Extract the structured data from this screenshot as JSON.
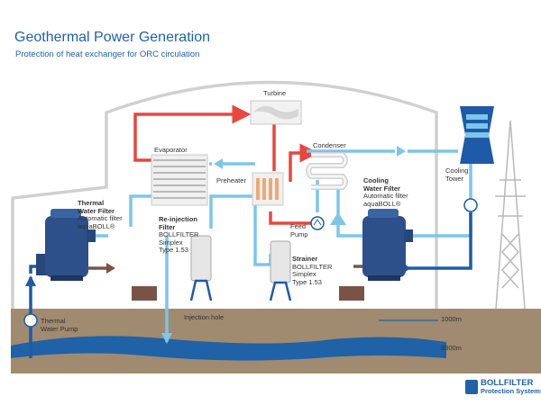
{
  "header": {
    "title": "Geothermal Power Generation",
    "subtitle": "Protection of heat exchanger for ORC circulation"
  },
  "components": {
    "turbine": "Turbine",
    "evaporator": "Evaporator",
    "preheater": "Preheater",
    "condenser": "Condenser",
    "feed_pump": [
      "Feed",
      "Pump"
    ],
    "cooling_tower": [
      "Cooling",
      "Tower"
    ],
    "thermal_water_filter": [
      "Thermal",
      "Water Filter",
      "Automatic filter",
      "aquaBOLL®"
    ],
    "cooling_water_filter": [
      "Cooling",
      "Water Filter",
      "Automatic filter",
      "aquaBOLL®"
    ],
    "reinjection_filter": [
      "Re-injection",
      "Filter",
      "BOLLFILTER",
      "Simplex",
      "Type 1.53"
    ],
    "strainer": [
      "Strainer",
      "BOLLFILTER",
      "Simplex",
      "Type 1.53"
    ],
    "thermal_water_pump": [
      "Thermal",
      "Water Pump"
    ],
    "injection_hole": "Injection hole"
  },
  "depths": {
    "shallow": "1000m",
    "deep": "3300m"
  },
  "brand": {
    "name": "BOLLFILTER",
    "tagline": "Protection Systems"
  },
  "colors": {
    "hot_pipe": "#e8473f",
    "cold_pipe": "#7cc6ea",
    "dark_pipe": "#1e5aa8",
    "ground": "#a08a70",
    "reservoir": "#1f62a7",
    "title": "#1f62a7"
  }
}
